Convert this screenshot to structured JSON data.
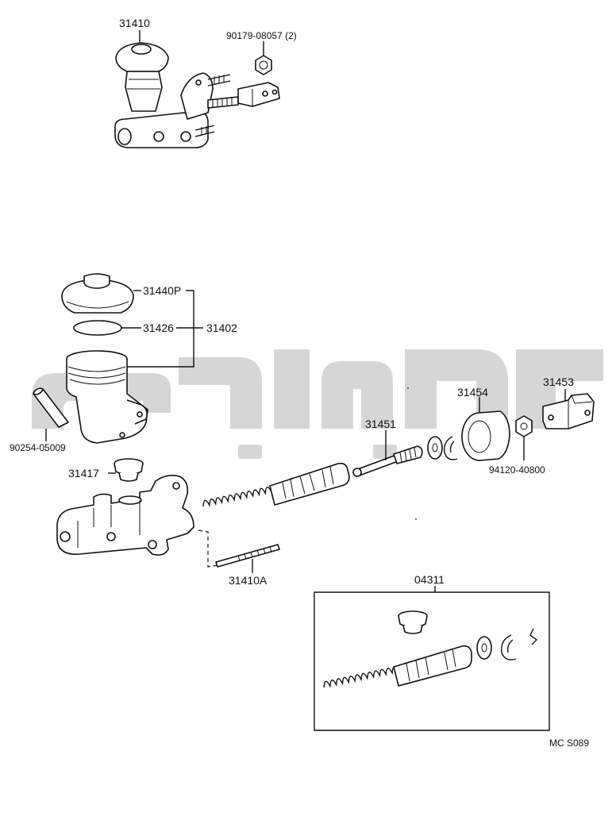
{
  "diagram": {
    "callouts": {
      "assembly_top": "31410",
      "nut_top": "90179-08057 (2)",
      "reservoir_cap": "31440P",
      "cap_seal": "31426",
      "reservoir_kit": "31402",
      "pin": "90254-05009",
      "grommet": "31417",
      "stud": "31410A",
      "push_rod": "31451",
      "boot": "31454",
      "lock_nut": "94120-40800",
      "clevis": "31453",
      "repair_kit": "04311"
    },
    "figure_code": "MC S089"
  },
  "colors": {
    "ink": "#111111",
    "watermark": "#cfcfcf",
    "background": "#ffffff"
  }
}
